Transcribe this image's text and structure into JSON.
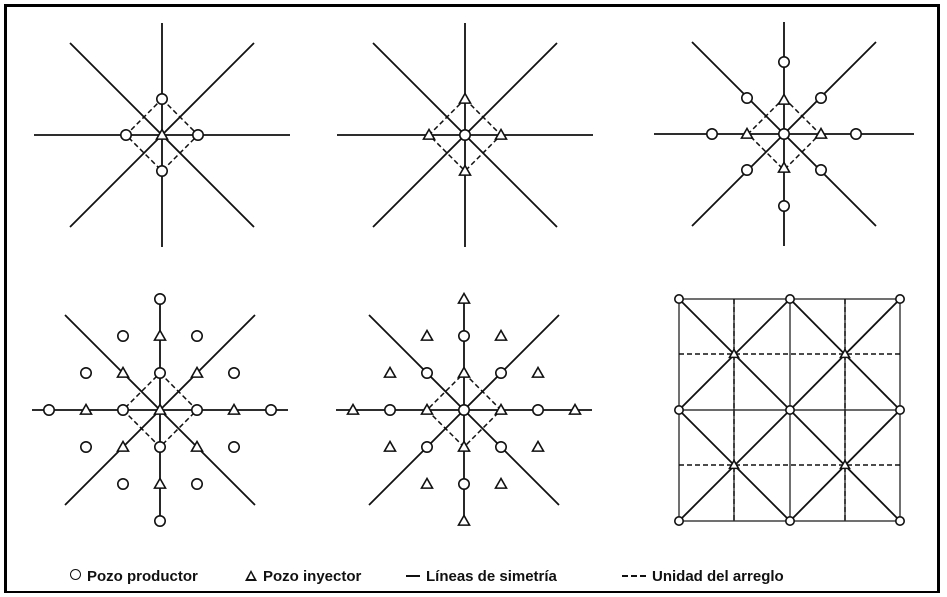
{
  "legend": {
    "producer_label": "Pozo productor",
    "injector_label": "Pozo inyector",
    "symmetry_label": "Líneas de simetría",
    "unit_label": "Unidad del arreglo"
  },
  "colors": {
    "ink": "#111111",
    "background": "#ffffff",
    "frame": "#000000"
  },
  "patterns": [
    {
      "name": "pattern-1"
    },
    {
      "name": "pattern-2"
    },
    {
      "name": "pattern-3"
    },
    {
      "name": "pattern-4"
    },
    {
      "name": "pattern-5"
    },
    {
      "name": "pattern-6"
    }
  ]
}
